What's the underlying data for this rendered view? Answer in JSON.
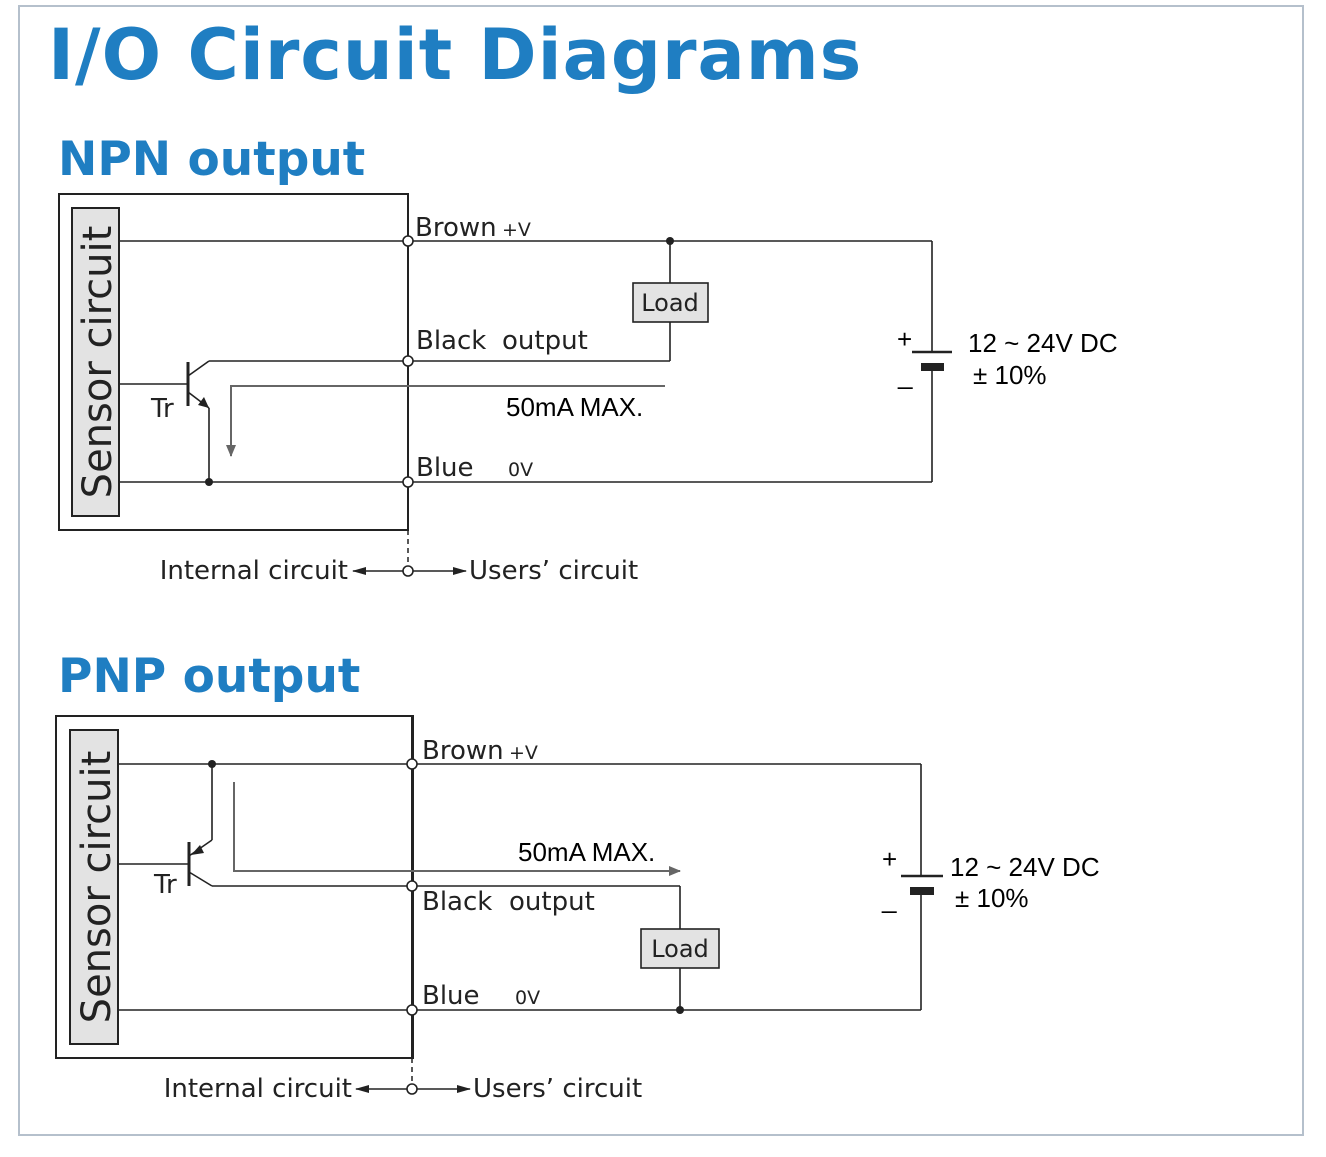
{
  "title": "I/O Circuit Diagrams",
  "diagrams": {
    "npn": {
      "heading": "NPN output",
      "sensor_label": "Sensor circuit",
      "transistor_label": "Tr",
      "brown_label": "Brown",
      "brown_voltage": "+V",
      "black_label": "Black",
      "black_function": "output",
      "blue_label": "Blue",
      "blue_voltage": "0V",
      "current_limit": "50mA  MAX.",
      "load_label": "Load",
      "supply_voltage": "12 ~ 24V DC",
      "supply_tolerance": "± 10%",
      "supply_plus": "+",
      "supply_minus": "_",
      "internal_label": "Internal circuit",
      "users_label": "Users’  circuit"
    },
    "pnp": {
      "heading": "PNP output",
      "sensor_label": "Sensor circuit",
      "transistor_label": "Tr",
      "brown_label": "Brown",
      "brown_voltage": "+V",
      "black_label": "Black",
      "black_function": "output",
      "blue_label": "Blue",
      "blue_voltage": "0V",
      "current_limit": "50mA  MAX.",
      "load_label": "Load",
      "supply_voltage": "12 ~ 24V DC",
      "supply_tolerance": "± 10%",
      "supply_plus": "+",
      "supply_minus": "_",
      "internal_label": "Internal circuit",
      "users_label": "Users’  circuit"
    }
  }
}
